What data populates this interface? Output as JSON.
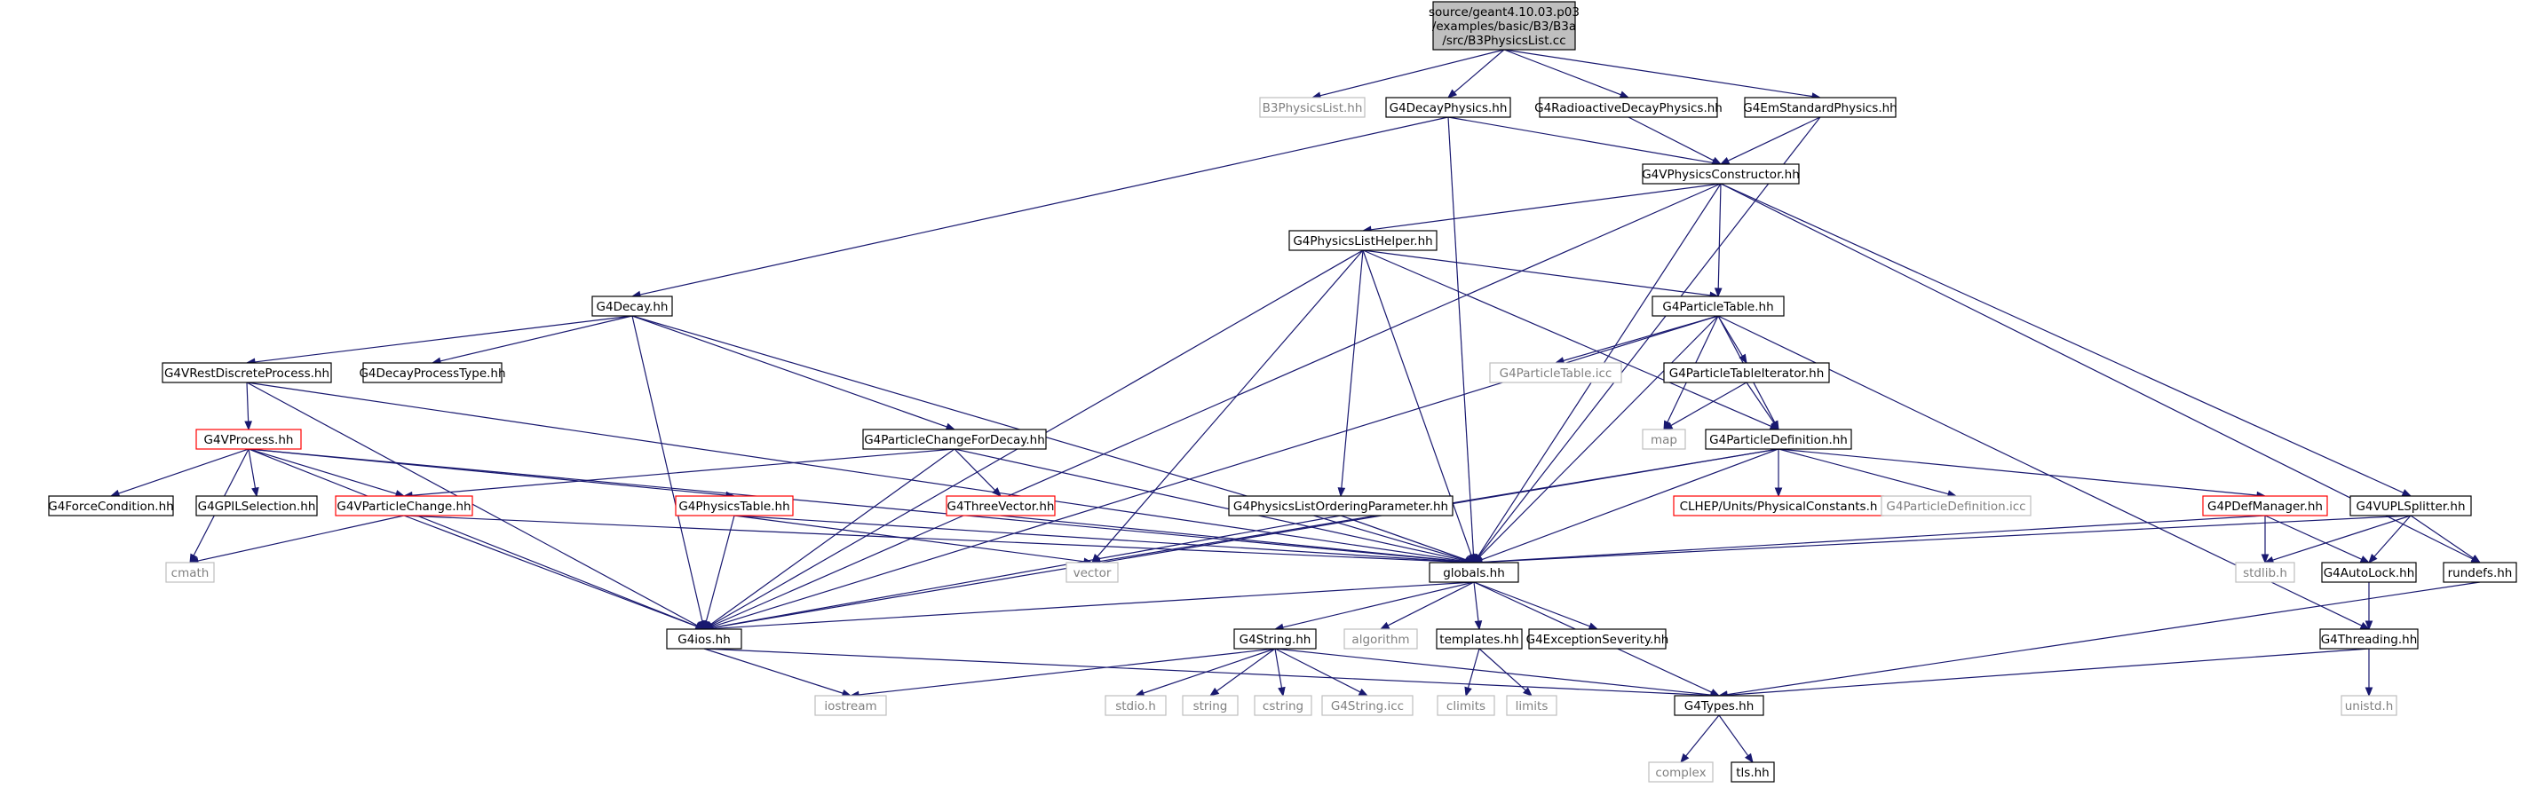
{
  "colors": {
    "edge": "#191970",
    "node_border_normal": "#000000",
    "node_border_system": "#bfbfbf",
    "node_border_truncated": "#ff0000",
    "node_fill_root": "#bfbfbf",
    "node_fill": "#ffffff",
    "text_normal": "#000000",
    "text_system": "#808080"
  },
  "nodes": [
    {
      "id": "root",
      "label": "source/geant4.10.03.p03\n/examples/basic/B3/B3a\n/src/B3PhysicsList.cc",
      "kind": "root"
    },
    {
      "id": "B3PhysicsList",
      "label": "B3PhysicsList.hh",
      "kind": "system"
    },
    {
      "id": "G4DecayPhysics",
      "label": "G4DecayPhysics.hh",
      "kind": "normal"
    },
    {
      "id": "G4RadioactiveDecayPhysics",
      "label": "G4RadioactiveDecayPhysics.hh",
      "kind": "normal"
    },
    {
      "id": "G4EmStandardPhysics",
      "label": "G4EmStandardPhysics.hh",
      "kind": "normal"
    },
    {
      "id": "G4VPhysicsConstructor",
      "label": "G4VPhysicsConstructor.hh",
      "kind": "normal"
    },
    {
      "id": "G4PhysicsListHelper",
      "label": "G4PhysicsListHelper.hh",
      "kind": "normal"
    },
    {
      "id": "G4Decay",
      "label": "G4Decay.hh",
      "kind": "normal"
    },
    {
      "id": "G4ParticleTable",
      "label": "G4ParticleTable.hh",
      "kind": "normal"
    },
    {
      "id": "G4VRestDiscreteProcess",
      "label": "G4VRestDiscreteProcess.hh",
      "kind": "normal"
    },
    {
      "id": "G4DecayProcessType",
      "label": "G4DecayProcessType.hh",
      "kind": "normal"
    },
    {
      "id": "G4ParticleTableIcc",
      "label": "G4ParticleTable.icc",
      "kind": "system"
    },
    {
      "id": "G4ParticleTableIterator",
      "label": "G4ParticleTableIterator.hh",
      "kind": "normal"
    },
    {
      "id": "G4VProcess",
      "label": "G4VProcess.hh",
      "kind": "truncated"
    },
    {
      "id": "G4ParticleChangeForDecay",
      "label": "G4ParticleChangeForDecay.hh",
      "kind": "normal"
    },
    {
      "id": "map",
      "label": "map",
      "kind": "system"
    },
    {
      "id": "G4ParticleDefinition",
      "label": "G4ParticleDefinition.hh",
      "kind": "normal"
    },
    {
      "id": "G4ForceCondition",
      "label": "G4ForceCondition.hh",
      "kind": "normal"
    },
    {
      "id": "G4GPILSelection",
      "label": "G4GPILSelection.hh",
      "kind": "normal"
    },
    {
      "id": "G4VParticleChange",
      "label": "G4VParticleChange.hh",
      "kind": "truncated"
    },
    {
      "id": "G4PhysicsTable",
      "label": "G4PhysicsTable.hh",
      "kind": "truncated"
    },
    {
      "id": "G4ThreeVector",
      "label": "G4ThreeVector.hh",
      "kind": "truncated"
    },
    {
      "id": "G4PhysicsListOrderingParameter",
      "label": "G4PhysicsListOrderingParameter.hh",
      "kind": "normal"
    },
    {
      "id": "CLHEP",
      "label": "CLHEP/Units/PhysicalConstants.h",
      "kind": "truncated"
    },
    {
      "id": "G4ParticleDefinitionIcc",
      "label": "G4ParticleDefinition.icc",
      "kind": "system"
    },
    {
      "id": "G4PDefManager",
      "label": "G4PDefManager.hh",
      "kind": "truncated"
    },
    {
      "id": "G4VUPLSplitter",
      "label": "G4VUPLSplitter.hh",
      "kind": "normal"
    },
    {
      "id": "cmath",
      "label": "cmath",
      "kind": "system"
    },
    {
      "id": "vector",
      "label": "vector",
      "kind": "system"
    },
    {
      "id": "globals",
      "label": "globals.hh",
      "kind": "normal"
    },
    {
      "id": "stdlib",
      "label": "stdlib.h",
      "kind": "system"
    },
    {
      "id": "G4AutoLock",
      "label": "G4AutoLock.hh",
      "kind": "normal"
    },
    {
      "id": "rundefs",
      "label": "rundefs.hh",
      "kind": "normal"
    },
    {
      "id": "G4ios",
      "label": "G4ios.hh",
      "kind": "normal"
    },
    {
      "id": "G4String",
      "label": "G4String.hh",
      "kind": "normal"
    },
    {
      "id": "algorithm",
      "label": "algorithm",
      "kind": "system"
    },
    {
      "id": "templates",
      "label": "templates.hh",
      "kind": "normal"
    },
    {
      "id": "G4ExceptionSeverity",
      "label": "G4ExceptionSeverity.hh",
      "kind": "normal"
    },
    {
      "id": "G4Threading",
      "label": "G4Threading.hh",
      "kind": "normal"
    },
    {
      "id": "iostream",
      "label": "iostream",
      "kind": "system"
    },
    {
      "id": "stdio",
      "label": "stdio.h",
      "kind": "system"
    },
    {
      "id": "string",
      "label": "string",
      "kind": "system"
    },
    {
      "id": "cstring",
      "label": "cstring",
      "kind": "system"
    },
    {
      "id": "G4StringIcc",
      "label": "G4String.icc",
      "kind": "system"
    },
    {
      "id": "climits",
      "label": "climits",
      "kind": "system"
    },
    {
      "id": "limits",
      "label": "limits",
      "kind": "system"
    },
    {
      "id": "G4Types",
      "label": "G4Types.hh",
      "kind": "normal"
    },
    {
      "id": "unistd",
      "label": "unistd.h",
      "kind": "system"
    },
    {
      "id": "complex",
      "label": "complex",
      "kind": "system"
    },
    {
      "id": "tls",
      "label": "tls.hh",
      "kind": "normal"
    }
  ],
  "edges": [
    [
      "root",
      "B3PhysicsList"
    ],
    [
      "root",
      "G4DecayPhysics"
    ],
    [
      "root",
      "G4RadioactiveDecayPhysics"
    ],
    [
      "root",
      "G4EmStandardPhysics"
    ],
    [
      "G4DecayPhysics",
      "G4VPhysicsConstructor"
    ],
    [
      "G4DecayPhysics",
      "G4Decay"
    ],
    [
      "G4DecayPhysics",
      "globals"
    ],
    [
      "G4RadioactiveDecayPhysics",
      "G4VPhysicsConstructor"
    ],
    [
      "G4EmStandardPhysics",
      "G4VPhysicsConstructor"
    ],
    [
      "G4EmStandardPhysics",
      "globals"
    ],
    [
      "G4VPhysicsConstructor",
      "G4PhysicsListHelper"
    ],
    [
      "G4VPhysicsConstructor",
      "G4ParticleTable"
    ],
    [
      "G4VPhysicsConstructor",
      "globals"
    ],
    [
      "G4VPhysicsConstructor",
      "G4ios"
    ],
    [
      "G4VPhysicsConstructor",
      "G4VUPLSplitter"
    ],
    [
      "G4VPhysicsConstructor",
      "rundefs"
    ],
    [
      "G4PhysicsListHelper",
      "G4ParticleTable"
    ],
    [
      "G4PhysicsListHelper",
      "G4ParticleDefinition"
    ],
    [
      "G4PhysicsListHelper",
      "G4PhysicsListOrderingParameter"
    ],
    [
      "G4PhysicsListHelper",
      "globals"
    ],
    [
      "G4PhysicsListHelper",
      "vector"
    ],
    [
      "G4PhysicsListHelper",
      "G4ios"
    ],
    [
      "G4Decay",
      "G4VRestDiscreteProcess"
    ],
    [
      "G4Decay",
      "G4DecayProcessType"
    ],
    [
      "G4Decay",
      "G4ParticleChangeForDecay"
    ],
    [
      "G4Decay",
      "globals"
    ],
    [
      "G4Decay",
      "G4ios"
    ],
    [
      "G4ParticleTable",
      "G4ParticleTableIcc"
    ],
    [
      "G4ParticleTable",
      "G4ParticleTableIterator"
    ],
    [
      "G4ParticleTable",
      "map"
    ],
    [
      "G4ParticleTable",
      "G4ParticleDefinition"
    ],
    [
      "G4ParticleTable",
      "globals"
    ],
    [
      "G4ParticleTable",
      "G4ios"
    ],
    [
      "G4ParticleTable",
      "G4Threading"
    ],
    [
      "G4VRestDiscreteProcess",
      "G4VProcess"
    ],
    [
      "G4VRestDiscreteProcess",
      "globals"
    ],
    [
      "G4VRestDiscreteProcess",
      "G4ios"
    ],
    [
      "G4ParticleTableIterator",
      "map"
    ],
    [
      "G4ParticleTableIterator",
      "G4ParticleDefinition"
    ],
    [
      "G4VProcess",
      "G4ForceCondition"
    ],
    [
      "G4VProcess",
      "G4GPILSelection"
    ],
    [
      "G4VProcess",
      "G4VParticleChange"
    ],
    [
      "G4VProcess",
      "G4PhysicsTable"
    ],
    [
      "G4VProcess",
      "globals"
    ],
    [
      "G4VProcess",
      "cmath"
    ],
    [
      "G4VProcess",
      "G4ios"
    ],
    [
      "G4ParticleChangeForDecay",
      "G4VParticleChange"
    ],
    [
      "G4ParticleChangeForDecay",
      "G4ThreeVector"
    ],
    [
      "G4ParticleChangeForDecay",
      "globals"
    ],
    [
      "G4ParticleChangeForDecay",
      "G4ios"
    ],
    [
      "G4ParticleDefinition",
      "CLHEP"
    ],
    [
      "G4ParticleDefinition",
      "G4ParticleDefinitionIcc"
    ],
    [
      "G4ParticleDefinition",
      "G4PDefManager"
    ],
    [
      "G4ParticleDefinition",
      "globals"
    ],
    [
      "G4ParticleDefinition",
      "vector"
    ],
    [
      "G4ParticleDefinition",
      "G4ios"
    ],
    [
      "G4VParticleChange",
      "globals"
    ],
    [
      "G4VParticleChange",
      "cmath"
    ],
    [
      "G4VParticleChange",
      "G4ios"
    ],
    [
      "G4PhysicsTable",
      "globals"
    ],
    [
      "G4PhysicsTable",
      "vector"
    ],
    [
      "G4PhysicsTable",
      "G4ios"
    ],
    [
      "G4ThreeVector",
      "globals"
    ],
    [
      "G4PhysicsListOrderingParameter",
      "globals"
    ],
    [
      "G4PhysicsListOrderingParameter",
      "G4ios"
    ],
    [
      "G4PDefManager",
      "globals"
    ],
    [
      "G4PDefManager",
      "stdlib"
    ],
    [
      "G4PDefManager",
      "G4AutoLock"
    ],
    [
      "G4VUPLSplitter",
      "globals"
    ],
    [
      "G4VUPLSplitter",
      "stdlib"
    ],
    [
      "G4VUPLSplitter",
      "G4AutoLock"
    ],
    [
      "G4VUPLSplitter",
      "rundefs"
    ],
    [
      "G4AutoLock",
      "G4Threading"
    ],
    [
      "rundefs",
      "G4Types"
    ],
    [
      "globals",
      "G4ios"
    ],
    [
      "globals",
      "G4String"
    ],
    [
      "globals",
      "algorithm"
    ],
    [
      "globals",
      "templates"
    ],
    [
      "globals",
      "G4ExceptionSeverity"
    ],
    [
      "globals",
      "G4Types"
    ],
    [
      "G4ios",
      "iostream"
    ],
    [
      "G4ios",
      "G4Types"
    ],
    [
      "G4String",
      "stdio"
    ],
    [
      "G4String",
      "string"
    ],
    [
      "G4String",
      "cstring"
    ],
    [
      "G4String",
      "G4StringIcc"
    ],
    [
      "G4String",
      "G4Types"
    ],
    [
      "G4String",
      "iostream"
    ],
    [
      "templates",
      "climits"
    ],
    [
      "templates",
      "limits"
    ],
    [
      "G4Threading",
      "G4Types"
    ],
    [
      "G4Threading",
      "unistd"
    ],
    [
      "G4Types",
      "complex"
    ],
    [
      "G4Types",
      "tls"
    ]
  ]
}
